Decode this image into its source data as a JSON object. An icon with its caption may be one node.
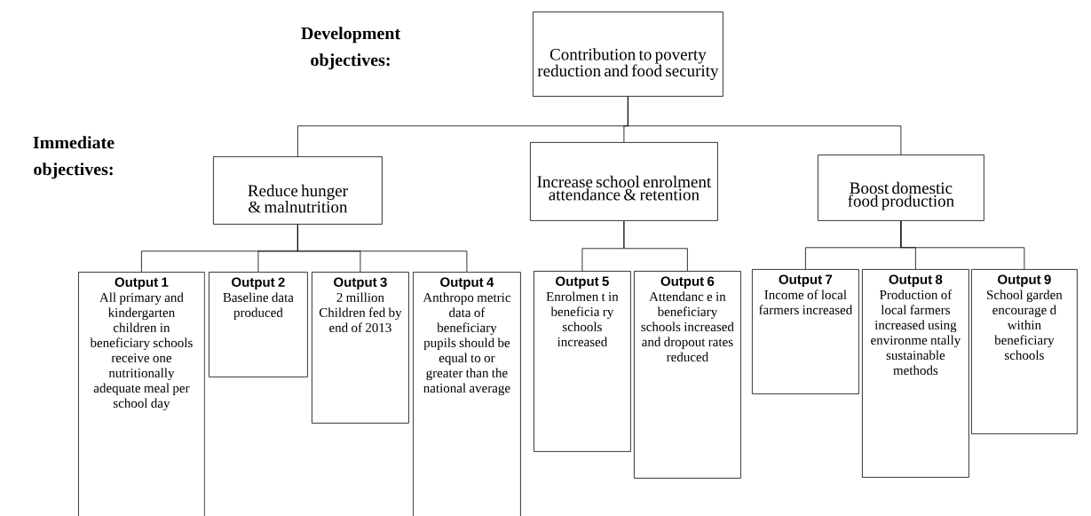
{
  "diagram": {
    "nodes": [
      {
        "text": [
          "Contribution to poverty reduction and food security"
        ]
      },
      {
        "text": [
          "Reduce hunger & malnutrition"
        ]
      },
      {
        "text": [
          "Increase school enrolment attendance & retention"
        ]
      },
      {
        "text": [
          "Boost domestic food production"
        ]
      },
      {
        "text": [
          "Output 1",
          "All primary and kindergarten children in beneficiary schools receive one nutritionally adequate meal per school day"
        ]
      },
      {
        "text": [
          "Output 2",
          "Baseline data produced"
        ]
      },
      {
        "text": [
          "Output 3",
          "2 million Children fed by end of 2013"
        ]
      },
      {
        "text": [
          "Output 4",
          "Anthropo metric data of beneficiary pupils should be equal to or greater than the national average"
        ]
      },
      {
        "text": [
          "Output 5",
          "Enrolmen t in beneficia ry schools increased"
        ]
      },
      {
        "text": [
          "Output 6",
          "Attendanc e in beneficiary schools increased and dropout rates reduced"
        ]
      },
      {
        "text": [
          "Output 7",
          "Income of local farmers increased"
        ]
      },
      {
        "text": [
          "Output 8",
          "Production of local farmers increased using environme ntally sustainable methods"
        ]
      },
      {
        "text": [
          "Output 9",
          "School garden encourage d within beneficiary schools"
        ]
      }
    ],
    "edges": [
      {
        "from": 0,
        "to": 1,
        "arrow": "none"
      },
      {
        "from": 0,
        "to": 2,
        "arrow": "none"
      },
      {
        "from": 0,
        "to": 3,
        "arrow": "none"
      },
      {
        "from": 1,
        "to": 4,
        "arrow": "none"
      },
      {
        "from": 1,
        "to": 5,
        "arrow": "none"
      },
      {
        "from": 1,
        "to": 6,
        "arrow": "none"
      },
      {
        "from": 1,
        "to": 7,
        "arrow": "none"
      },
      {
        "from": 2,
        "to": 8,
        "arrow": "none"
      },
      {
        "from": 2,
        "to": 9,
        "arrow": "none"
      },
      {
        "from": 3,
        "to": 10,
        "arrow": "none"
      },
      {
        "from": 3,
        "to": 11,
        "arrow": "none"
      },
      {
        "from": 3,
        "to": 12,
        "arrow": "none"
      }
    ],
    "labels": [
      "Development objectives:",
      "Immediate objectives:"
    ]
  }
}
